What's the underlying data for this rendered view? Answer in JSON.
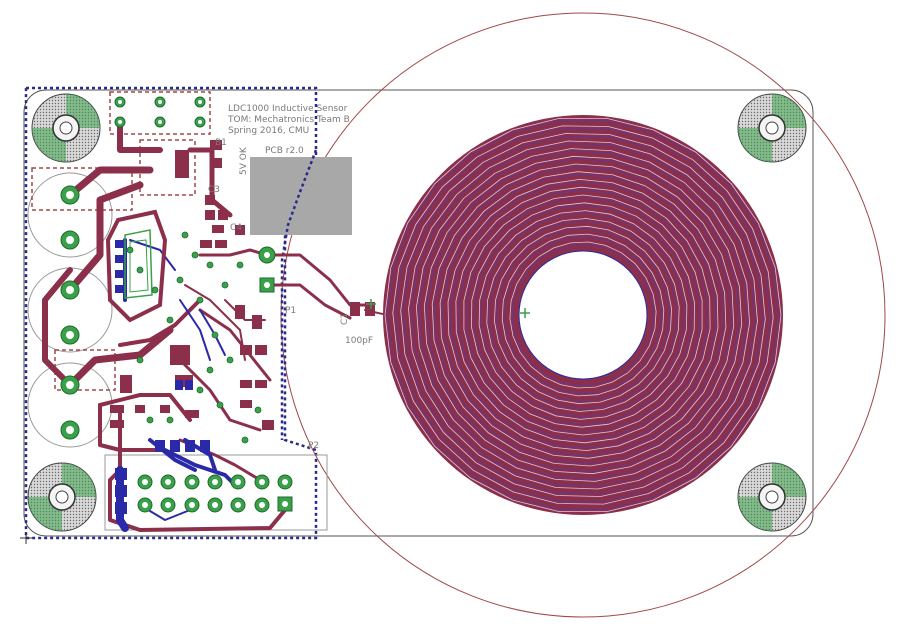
{
  "board": {
    "title_lines": [
      "LDC1000 Inductive Sensor",
      "TOM: Mechatronics Team B",
      "Spring 2016, CMU"
    ],
    "revision": "PCB r2.0",
    "ok_label": "5V OK"
  },
  "labels": {
    "b1": "B1",
    "c3": "C3",
    "c4": "C4",
    "p1": "P1",
    "p2": "P2",
    "cap_value": "100pF",
    "c1": "C1"
  },
  "colors": {
    "top_copper": "#8b2f4a",
    "bottom_copper": "#2a2aa8",
    "pad": "#2f9e4a",
    "silk": "#7a7a7a",
    "outline": "#a04848",
    "board_edge": "#555555",
    "polygon": "#2a2a8a",
    "keepout": "#a8a8a8"
  }
}
